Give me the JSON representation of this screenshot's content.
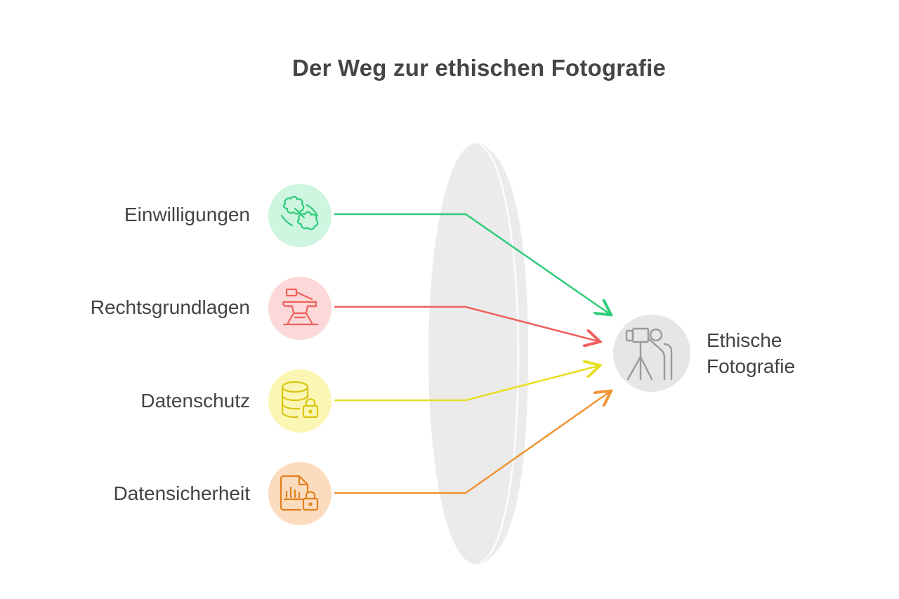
{
  "title": "Der Weg zur ethischen Fotografie",
  "inputs": [
    {
      "label": "Einwilligungen",
      "icon": "handshake-icon",
      "color": "#2ecc7a",
      "fill": "#cdf5e0"
    },
    {
      "label": "Rechtsgrundlagen",
      "icon": "anvil-hammer-icon",
      "color": "#f0605c",
      "fill": "#fcd9d8"
    },
    {
      "label": "Datenschutz",
      "icon": "database-lock-icon",
      "color": "#e3d41c",
      "fill": "#fbf6b4"
    },
    {
      "label": "Datensicherheit",
      "icon": "file-chart-lock-icon",
      "color": "#e98a2c",
      "fill": "#fcdcbf"
    }
  ],
  "target": {
    "label_line1": "Ethische",
    "label_line2": "Fotografie",
    "icon": "photographer-tripod-icon",
    "color": "#9a9a9a",
    "fill": "#e6e6e6"
  },
  "lens_color": "#e8e8e8"
}
